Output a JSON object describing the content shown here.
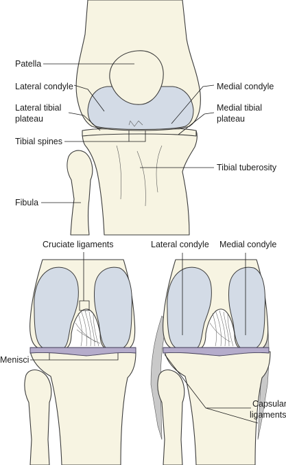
{
  "top": {
    "patella": "Patella",
    "lateral_condyle": "Lateral condyle",
    "medial_condyle": "Medial condyle",
    "lateral_tibial_plateau": [
      "Lateral tibial",
      "plateau"
    ],
    "medial_tibial_plateau": [
      "Medial tibial",
      "plateau"
    ],
    "tibial_spines": "Tibial spines",
    "tibial_tuberosity": "Tibial tuberosity",
    "fibula": "Fibula"
  },
  "bottom_left": {
    "cruciate_ligaments": "Cruciate ligaments",
    "menisci": "Menisci"
  },
  "bottom_right": {
    "lateral_condyle": "Lateral condyle",
    "medial_condyle": "Medial condyle",
    "capsular_ligaments": [
      "Capsular",
      "ligaments"
    ]
  },
  "colors": {
    "bone": "#f7f4e2",
    "cartilage": "#d3dbe6",
    "meniscus": "#b5accb",
    "outline": "#3a3a3a"
  }
}
